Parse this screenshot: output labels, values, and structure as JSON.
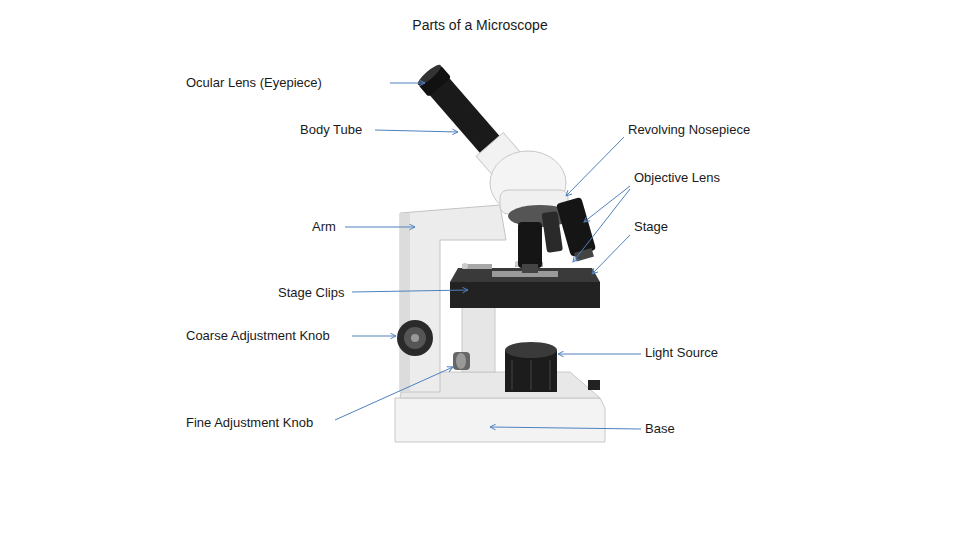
{
  "diagram": {
    "title": "Parts of a Microscope",
    "labels": [
      "Ocular Lens (Eyepiece)",
      "Body Tube",
      "Revolving Nosepiece",
      "Objective Lens",
      "Arm",
      "Stage",
      "Stage Clips",
      "Coarse Adjustment Knob",
      "Light Source",
      "Fine Adjustment Knob",
      "Base"
    ]
  }
}
